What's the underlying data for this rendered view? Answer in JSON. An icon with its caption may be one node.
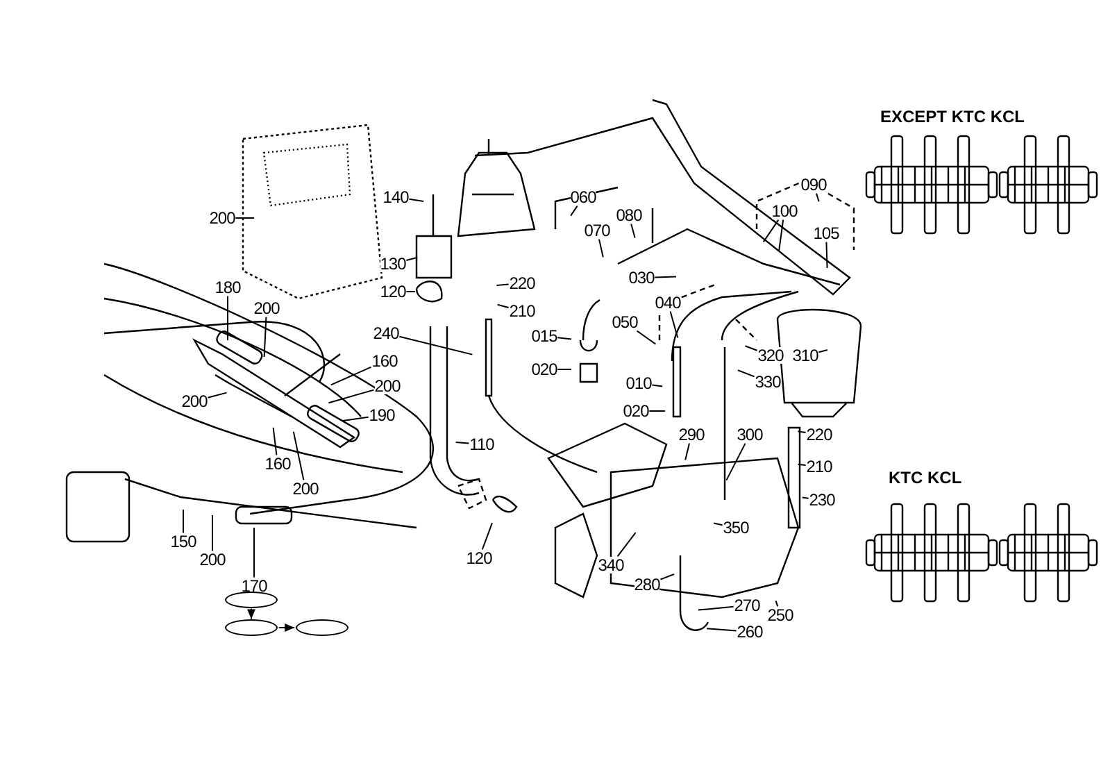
{
  "diagram": {
    "nodes": [
      {
        "text": [
          "200"
        ]
      },
      {
        "text": [
          "140"
        ]
      },
      {
        "text": [
          "130"
        ]
      },
      {
        "text": [
          "120"
        ]
      },
      {
        "text": [
          "220"
        ]
      },
      {
        "text": [
          "210"
        ]
      },
      {
        "text": [
          "240"
        ]
      },
      {
        "text": [
          "180"
        ]
      },
      {
        "text": [
          "200"
        ]
      },
      {
        "text": [
          "160"
        ]
      },
      {
        "text": [
          "200"
        ]
      },
      {
        "text": [
          "200"
        ]
      },
      {
        "text": [
          "190"
        ]
      },
      {
        "text": [
          "160"
        ]
      },
      {
        "text": [
          "200"
        ]
      },
      {
        "text": [
          "110"
        ]
      },
      {
        "text": [
          "120"
        ]
      },
      {
        "text": [
          "150"
        ]
      },
      {
        "text": [
          "200"
        ]
      },
      {
        "text": [
          "170"
        ]
      },
      {
        "text": [
          "060"
        ]
      },
      {
        "text": [
          "070"
        ]
      },
      {
        "text": [
          "080"
        ]
      },
      {
        "text": [
          "030"
        ]
      },
      {
        "text": [
          "040"
        ]
      },
      {
        "text": [
          "050"
        ]
      },
      {
        "text": [
          "015"
        ]
      },
      {
        "text": [
          "020"
        ]
      },
      {
        "text": [
          "010"
        ]
      },
      {
        "text": [
          "020"
        ]
      },
      {
        "text": [
          "090"
        ]
      },
      {
        "text": [
          "100"
        ]
      },
      {
        "text": [
          "105"
        ]
      },
      {
        "text": [
          "320"
        ]
      },
      {
        "text": [
          "310"
        ]
      },
      {
        "text": [
          "330"
        ]
      },
      {
        "text": [
          "290"
        ]
      },
      {
        "text": [
          "300"
        ]
      },
      {
        "text": [
          "220"
        ]
      },
      {
        "text": [
          "210"
        ]
      },
      {
        "text": [
          "230"
        ]
      },
      {
        "text": [
          "350"
        ]
      },
      {
        "text": [
          "340"
        ]
      },
      {
        "text": [
          "280"
        ]
      },
      {
        "text": [
          "270"
        ]
      },
      {
        "text": [
          "250"
        ]
      },
      {
        "text": [
          "260"
        ]
      },
      {
        "text": [],
        "shape": "ellipse"
      },
      {
        "text": [],
        "shape": "ellipse"
      },
      {
        "text": [],
        "shape": "ellipse"
      }
    ],
    "edges": [
      {
        "from": 0,
        "to": null,
        "arrow": "none"
      },
      {
        "from": 1,
        "to": null,
        "arrow": "none"
      },
      {
        "from": 2,
        "to": null,
        "arrow": "none"
      },
      {
        "from": 3,
        "to": null,
        "arrow": "none"
      },
      {
        "from": 4,
        "to": null,
        "arrow": "none"
      },
      {
        "from": 5,
        "to": null,
        "arrow": "none"
      },
      {
        "from": 6,
        "to": null,
        "arrow": "none"
      },
      {
        "from": 7,
        "to": null,
        "arrow": "none"
      },
      {
        "from": 8,
        "to": null,
        "arrow": "none"
      },
      {
        "from": 9,
        "to": null,
        "arrow": "none"
      },
      {
        "from": 10,
        "to": null,
        "arrow": "none"
      },
      {
        "from": 11,
        "to": null,
        "arrow": "none"
      },
      {
        "from": 12,
        "to": null,
        "arrow": "none"
      },
      {
        "from": 13,
        "to": null,
        "arrow": "none"
      },
      {
        "from": 14,
        "to": null,
        "arrow": "none"
      },
      {
        "from": 15,
        "to": null,
        "arrow": "none"
      },
      {
        "from": 16,
        "to": null,
        "arrow": "none"
      },
      {
        "from": 17,
        "to": null,
        "arrow": "none"
      },
      {
        "from": 18,
        "to": null,
        "arrow": "none"
      },
      {
        "from": 19,
        "to": null,
        "arrow": "none"
      },
      {
        "from": 20,
        "to": null,
        "arrow": "none"
      },
      {
        "from": 21,
        "to": null,
        "arrow": "none"
      },
      {
        "from": 22,
        "to": null,
        "arrow": "none"
      },
      {
        "from": 23,
        "to": null,
        "arrow": "none"
      },
      {
        "from": 24,
        "to": null,
        "arrow": "none"
      },
      {
        "from": 25,
        "to": null,
        "arrow": "none"
      },
      {
        "from": 26,
        "to": null,
        "arrow": "none"
      },
      {
        "from": 27,
        "to": null,
        "arrow": "none"
      },
      {
        "from": 28,
        "to": null,
        "arrow": "none"
      },
      {
        "from": 29,
        "to": null,
        "arrow": "none"
      },
      {
        "from": 30,
        "to": null,
        "arrow": "none"
      },
      {
        "from": 31,
        "to": null,
        "arrow": "none"
      },
      {
        "from": 31,
        "to": null,
        "arrow": "none"
      },
      {
        "from": 32,
        "to": null,
        "arrow": "none"
      },
      {
        "from": 33,
        "to": null,
        "arrow": "none"
      },
      {
        "from": 34,
        "to": null,
        "arrow": "none"
      },
      {
        "from": 35,
        "to": null,
        "arrow": "none"
      },
      {
        "from": 36,
        "to": null,
        "arrow": "none"
      },
      {
        "from": 37,
        "to": null,
        "arrow": "none"
      },
      {
        "from": 38,
        "to": null,
        "arrow": "none"
      },
      {
        "from": 39,
        "to": null,
        "arrow": "none"
      },
      {
        "from": 40,
        "to": null,
        "arrow": "none"
      },
      {
        "from": 41,
        "to": null,
        "arrow": "none"
      },
      {
        "from": 42,
        "to": null,
        "arrow": "none"
      },
      {
        "from": 43,
        "to": null,
        "arrow": "none"
      },
      {
        "from": 44,
        "to": null,
        "arrow": "none"
      },
      {
        "from": 45,
        "to": null,
        "arrow": "none"
      },
      {
        "from": 46,
        "to": null,
        "arrow": "none"
      },
      {
        "from": 47,
        "to": 48,
        "arrow": "to"
      },
      {
        "from": 48,
        "to": 49,
        "arrow": "to"
      }
    ],
    "labels": [
      "EXCEPT KTC KCL",
      "KTC KCL"
    ]
  }
}
